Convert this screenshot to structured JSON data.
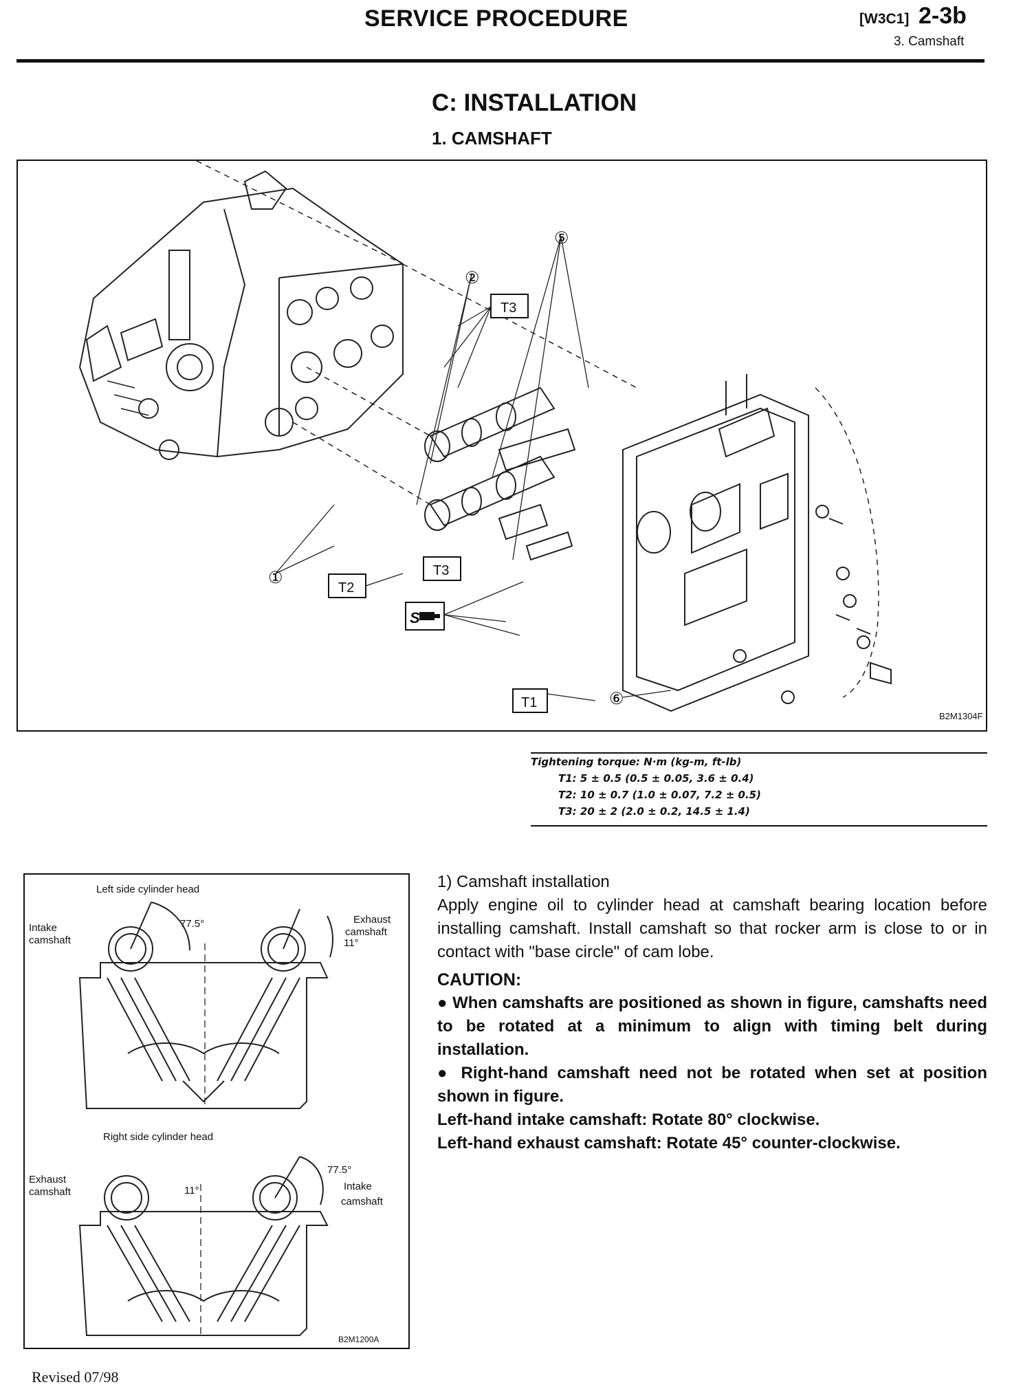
{
  "header": {
    "title": "SERVICE PROCEDURE",
    "code": "[W3C1]",
    "page": "2-3b",
    "subsection": "3. Camshaft"
  },
  "section": {
    "title": "C: INSTALLATION",
    "subtitle": "1. CAMSHAFT"
  },
  "figure1": {
    "callouts": [
      "①",
      "②",
      "⑤",
      "⑥"
    ],
    "torque_tags": [
      "T1",
      "T2",
      "T3",
      "T3"
    ],
    "sealant_symbol": "S",
    "figure_code": "B2M1304F"
  },
  "torque": {
    "heading": "Tightening torque: N·m (kg-m, ft-lb)",
    "t1": "T1: 5 ± 0.5 (0.5 ± 0.05, 3.6 ± 0.4)",
    "t2": "T2: 10 ± 0.7 (1.0 ± 0.07, 7.2 ± 0.5)",
    "t3": "T3: 20 ± 2 (2.0 ± 0.2, 14.5 ± 1.4)"
  },
  "figure2": {
    "left_head_label": "Left side cylinder head",
    "right_head_label": "Right side cylinder head",
    "intake_1": "Intake",
    "camshaft_1": "camshaft",
    "exhaust_1": "Exhaust",
    "camshaft_2": "camshaft",
    "angle_775_a": "77.5°",
    "angle_11_a": "11°",
    "exhaust_2": "Exhaust",
    "camshaft_3": "camshaft",
    "intake_2": "Intake",
    "camshaft_4": "camshaft",
    "angle_775_b": "77.5°",
    "angle_11_b": "11°",
    "figure_code": "B2M1200A"
  },
  "body": {
    "step": "1) Camshaft installation",
    "para": "Apply engine oil to cylinder head at camshaft bearing location before installing camshaft. Install camshaft so that rocker arm is close to or in contact with \"base circle\" of cam lobe.",
    "caution_heading": "CAUTION:",
    "bullet1": "● When camshafts are positioned as shown in figure, camshafts need to be rotated at a minimum to align with timing belt during installation.",
    "bullet2": "● Right-hand camshaft need not be rotated when set at position shown in figure.",
    "lh_intake": "Left-hand intake camshaft: Rotate 80° clockwise.",
    "lh_exhaust": "Left-hand exhaust camshaft: Rotate 45° counter-clockwise."
  },
  "footer": {
    "revised": "Revised 07/98"
  }
}
